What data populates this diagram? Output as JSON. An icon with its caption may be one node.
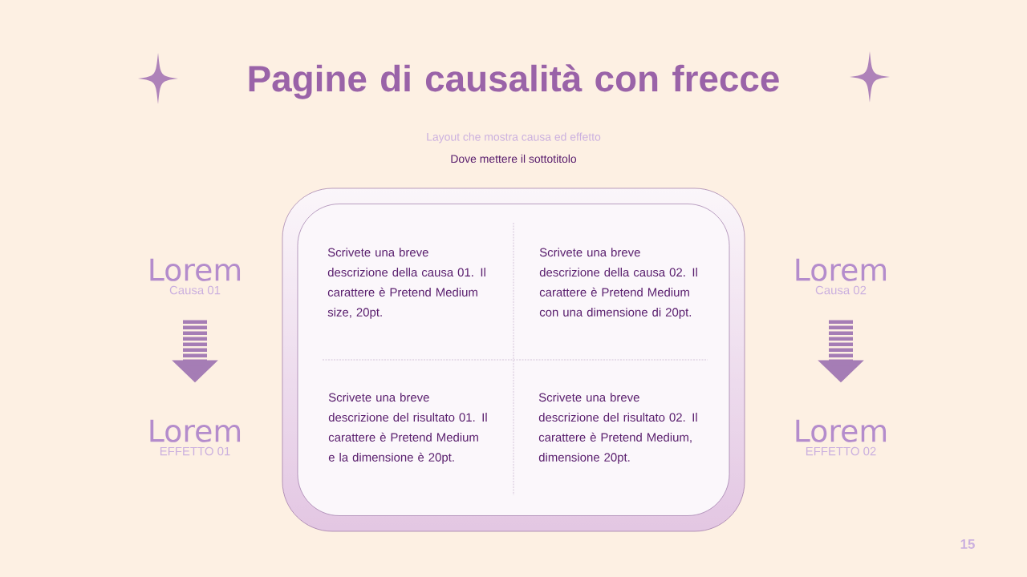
{
  "diagram": {
    "title": "Pagine di causalità con frecce",
    "nodes": [
      {
        "text": [
          "Lorem",
          "Causa 01"
        ]
      },
      {
        "text": [
          "Lorem",
          "EFFETTO 01"
        ]
      },
      {
        "text": [],
        "shape": "box"
      },
      {
        "text": [
          "Scrivete una breve descrizione della causa 01. Il carattere è Pretend Medium size, 20pt.",
          "Scrivete una breve descrizione della causa 02. Il carattere è Pretend Medium con una dimensione di 20pt.",
          "Scrivete una breve descrizione del risultato 01. Il carattere è Pretend Medium e la dimensione è 20pt.",
          "Scrivete una breve descrizione del risultato 02. Il carattere è Pretend Medium, dimensione 20pt."
        ],
        "in": 2
      },
      {
        "text": [
          "Lorem",
          "Causa 02"
        ]
      },
      {
        "text": [
          "Lorem",
          "EFFETTO 02"
        ]
      }
    ],
    "edges": [
      {
        "from": 0,
        "to": 1,
        "arrow": "to"
      },
      {
        "from": 4,
        "to": 5,
        "arrow": "to"
      }
    ],
    "labels": [
      "Layout che mostra causa ed effetto",
      "Dove mettere il sottotitolo",
      "15"
    ]
  }
}
